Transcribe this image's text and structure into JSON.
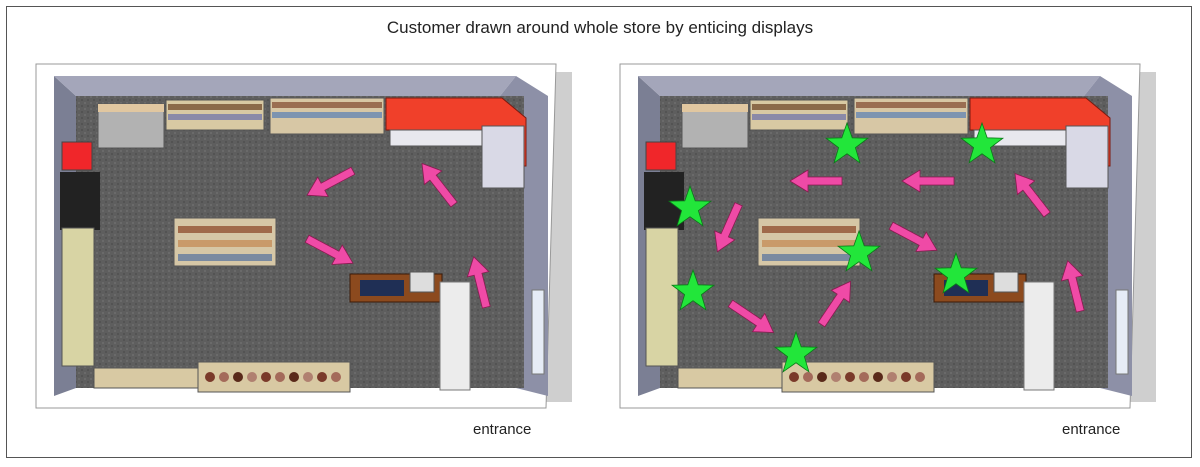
{
  "title": "Customer drawn around whole store by enticing displays",
  "left_plan": {
    "entrance_label": "entrance"
  },
  "right_plan": {
    "entrance_label": "entrance"
  },
  "colors": {
    "arrow": "#ef4aa6",
    "star": "#22e63a",
    "floor": "#5f5f5f",
    "wall": "#9f9fb3",
    "counter_red": "#f0402a"
  }
}
